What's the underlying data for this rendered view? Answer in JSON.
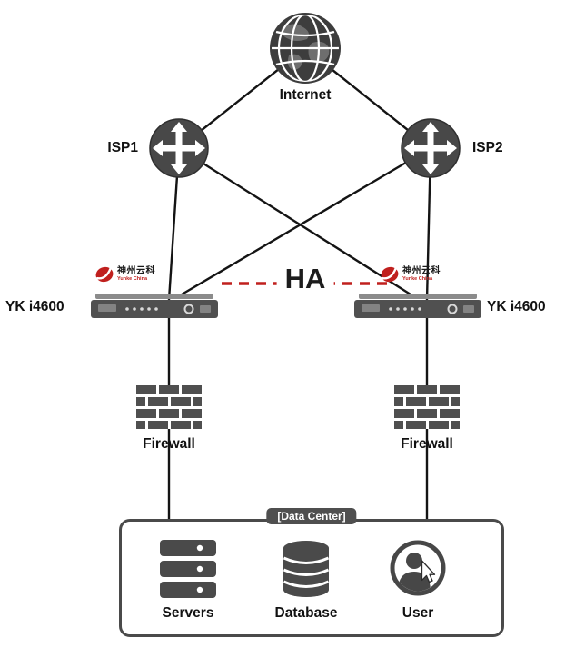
{
  "labels": {
    "internet": "Internet",
    "isp1": "ISP1",
    "isp2": "ISP2",
    "yk_left": "YK i4600",
    "yk_right": "YK i4600",
    "ha": "HA",
    "firewall_left": "Firewall",
    "firewall_right": "Firewall",
    "datacenter": "[Data Center]",
    "servers": "Servers",
    "database": "Database",
    "user": "User"
  },
  "brand": {
    "cn": "神州云科",
    "en": "Yunke China"
  },
  "colors": {
    "node_gray": "#4a4a4a",
    "line_black": "#141414",
    "ha_red": "#c0201e",
    "brand_red": "#c0201e"
  },
  "edges": [
    {
      "from": "Internet",
      "to": "ISP1",
      "style": "solid"
    },
    {
      "from": "Internet",
      "to": "ISP2",
      "style": "solid"
    },
    {
      "from": "ISP1",
      "to": "YK i4600 (left)",
      "style": "solid"
    },
    {
      "from": "ISP1",
      "to": "YK i4600 (right)",
      "style": "solid"
    },
    {
      "from": "ISP2",
      "to": "YK i4600 (left)",
      "style": "solid"
    },
    {
      "from": "ISP2",
      "to": "YK i4600 (right)",
      "style": "solid"
    },
    {
      "from": "YK i4600 (left)",
      "to": "YK i4600 (right)",
      "label": "HA",
      "style": "dashed-red"
    },
    {
      "from": "YK i4600 (left)",
      "to": "Firewall (left)",
      "style": "solid"
    },
    {
      "from": "YK i4600 (right)",
      "to": "Firewall (right)",
      "style": "solid"
    },
    {
      "from": "Firewall (left)",
      "to": "Data Center",
      "style": "solid"
    },
    {
      "from": "Firewall (right)",
      "to": "Data Center",
      "style": "solid"
    }
  ]
}
